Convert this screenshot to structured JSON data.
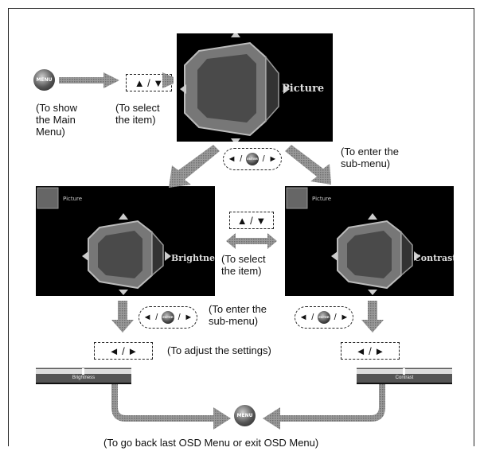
{
  "notes": {
    "show_main": "(To show\nthe Main\nMenu)",
    "select_item": "(To select\nthe item)",
    "enter_sub_top": "(To enter the\nsub-menu)",
    "select_item_mid": "(To select\nthe item)",
    "enter_sub_mid": "(To enter the\nsub-menu)",
    "adjust": "(To adjust the settings)",
    "go_back": "(To go back last OSD Menu or exit OSD Menu)"
  },
  "screens": {
    "main_label": "Picture",
    "left_title": "Picture",
    "left_label": "Brightness",
    "right_title": "Picture",
    "right_label": "Contrast"
  },
  "buttons": {
    "menu": "MENU",
    "enter": "ENTER"
  },
  "keys": {
    "up_down": "▲ / ▼",
    "left_right": "◄ / ►",
    "left_glyph": "◄",
    "right_glyph": "►",
    "slash": "/"
  },
  "sliders": {
    "left_label": "Brightness",
    "right_label": "Contrast"
  },
  "colors": {
    "arrow_fill": "#8a8a8a",
    "screen_bg": "#000000"
  }
}
